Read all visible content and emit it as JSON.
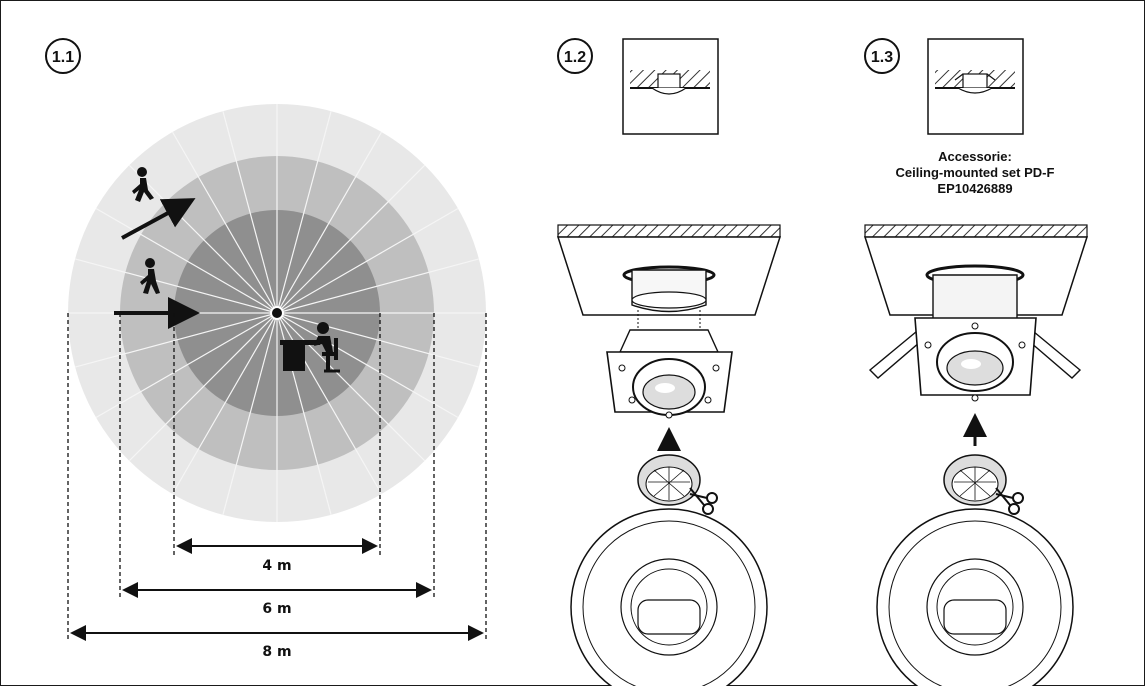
{
  "panels": {
    "p1": {
      "number": "1.1"
    },
    "p2": {
      "number": "1.2"
    },
    "p3": {
      "number": "1.3",
      "accessory_heading": "Accessorie:",
      "accessory_name": "Ceiling-mounted set PD-F",
      "accessory_code": "EP10426889"
    }
  },
  "dimensions": {
    "inner": "4 m",
    "middle": "6 m",
    "outer": "8 m"
  },
  "zone_colors": {
    "outer": "#e8e8e8",
    "middle": "#bfbfbf",
    "inner": "#8f8f8f",
    "rays": "#f5f5f5",
    "ink": "#111111"
  },
  "icons": {
    "walker_top": "walking-person-icon",
    "walker_mid": "walking-person-icon",
    "seated": "seated-at-desk-icon",
    "scissors": "scissors-icon"
  }
}
